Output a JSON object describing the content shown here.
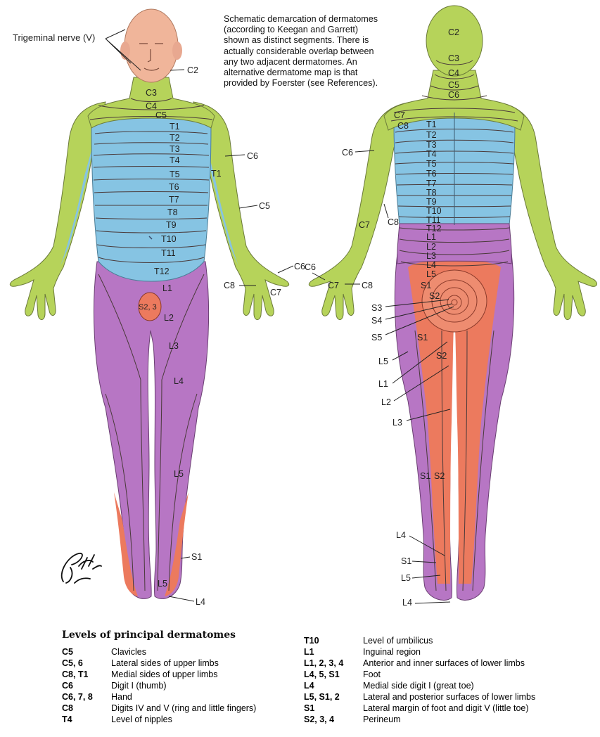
{
  "description_note": {
    "lines": [
      "Schematic demarcation of dermatomes",
      "(according to Keegan and Garrett)",
      "shown as distinct segments. There is",
      "actually considerable overlap between",
      "any two adjacent dermatomes. An",
      "alternative dermatome map is that",
      "provided by Foerster (see References)."
    ]
  },
  "front_labels": {
    "trigeminal": "Trigeminal nerve (V)",
    "c2": "C2",
    "c3": "C3",
    "c4": "C4",
    "c5": "C5",
    "t1": "T1",
    "t2": "T2",
    "t3": "T3",
    "t4": "T4",
    "t5": "T5",
    "t6": "T6",
    "t7": "T7",
    "t8": "T8",
    "t9": "T9",
    "t10": "T10",
    "t11": "T11",
    "t12": "T12",
    "l1": "L1",
    "l2": "L2",
    "l3": "L3",
    "l4": "L4",
    "l5": "L5",
    "s23": "S2, 3",
    "s1": "S1",
    "l5_foot": "L5",
    "l4_foot": "L4",
    "arm_c6": "C6",
    "arm_t1": "T1",
    "arm_c5": "C5",
    "hand_c6": "C6",
    "hand_c8": "C8",
    "hand_c7": "C7"
  },
  "back_labels": {
    "c2": "C2",
    "c3": "C3",
    "c4": "C4",
    "c5": "C5",
    "c6": "C6",
    "c7": "C7",
    "c8": "C8",
    "t1": "T1",
    "t2": "T2",
    "t3": "T3",
    "t4": "T4",
    "t5": "T5",
    "t6": "T6",
    "t7": "T7",
    "t8": "T8",
    "t9": "T9",
    "t10": "T10",
    "t11": "T11",
    "t12": "T12",
    "l1": "L1",
    "l2": "L2",
    "l3": "L3",
    "l4": "L4",
    "l5": "L5",
    "s1": "S1",
    "s2": "S2",
    "s3": "S3",
    "s4": "S4",
    "s5": "S5",
    "arm_c6": "C6",
    "arm_c7": "C7",
    "arm_c8": "C8",
    "hand_c7": "C7",
    "hand_c8": "C8",
    "leg_l5": "L5",
    "leg_l1": "L1",
    "leg_l2": "L2",
    "leg_l3": "L3",
    "leg_s1": "S1",
    "leg_s2": "S2",
    "calf_s1": "S1",
    "calf_s2": "S2",
    "foot_l4": "L4",
    "foot_s1": "S1",
    "foot_l5": "L5",
    "foot_l4b": "L4"
  },
  "colors": {
    "cervical": "#b6d35a",
    "thoracic": "#86c4e3",
    "lumbar": "#b776c4",
    "sacral": "#ec7a5e",
    "skin": "#f0b59a",
    "line": "#4a3a3a"
  },
  "legend": {
    "title": "Levels of principal dermatomes",
    "left": [
      {
        "code": "C5",
        "desc": "Clavicles"
      },
      {
        "code": "C5, 6",
        "desc": "Lateral sides of upper limbs"
      },
      {
        "code": "C8, T1",
        "desc": "Medial sides of upper limbs"
      },
      {
        "code": "C6",
        "desc": "Digit I (thumb)"
      },
      {
        "code": "C6, 7, 8",
        "desc": "Hand"
      },
      {
        "code": "C8",
        "desc": "Digits IV and V (ring and little fingers)"
      },
      {
        "code": "T4",
        "desc": "Level of nipples"
      }
    ],
    "right": [
      {
        "code": "T10",
        "desc": "Level of umbilicus"
      },
      {
        "code": "L1",
        "desc": "Inguinal region"
      },
      {
        "code": "L1, 2, 3, 4",
        "desc": "Anterior and inner surfaces of lower limbs"
      },
      {
        "code": "L4, 5, S1",
        "desc": "Foot"
      },
      {
        "code": "L4",
        "desc": "Medial side digit I (great toe)"
      },
      {
        "code": "L5, S1, 2",
        "desc": "Lateral and posterior surfaces of lower limbs"
      },
      {
        "code": "S1",
        "desc": "Lateral margin of foot and digit V (little toe)"
      },
      {
        "code": "S2, 3, 4",
        "desc": "Perineum"
      }
    ]
  }
}
